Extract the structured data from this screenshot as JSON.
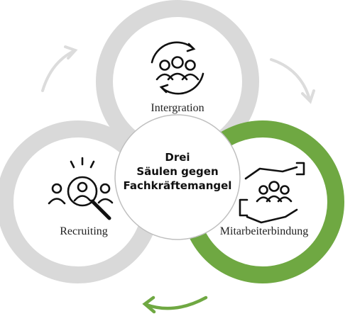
{
  "center": {
    "lines": [
      "Drei",
      "Säulen gegen",
      "Fachkräftemangel"
    ]
  },
  "pillars": [
    {
      "label": "Intergration",
      "icon": "team-cycle-icon",
      "color": "#d9d9d9"
    },
    {
      "label": "Recruiting",
      "icon": "talent-search-icon",
      "color": "#d9d9d9"
    },
    {
      "label": "Mitarbeiterbindung",
      "icon": "hands-holding-team-icon",
      "color": "#6fa842"
    }
  ],
  "arrows": {
    "cycle_colors": [
      "#dcdcdc",
      "#6fa842"
    ]
  }
}
